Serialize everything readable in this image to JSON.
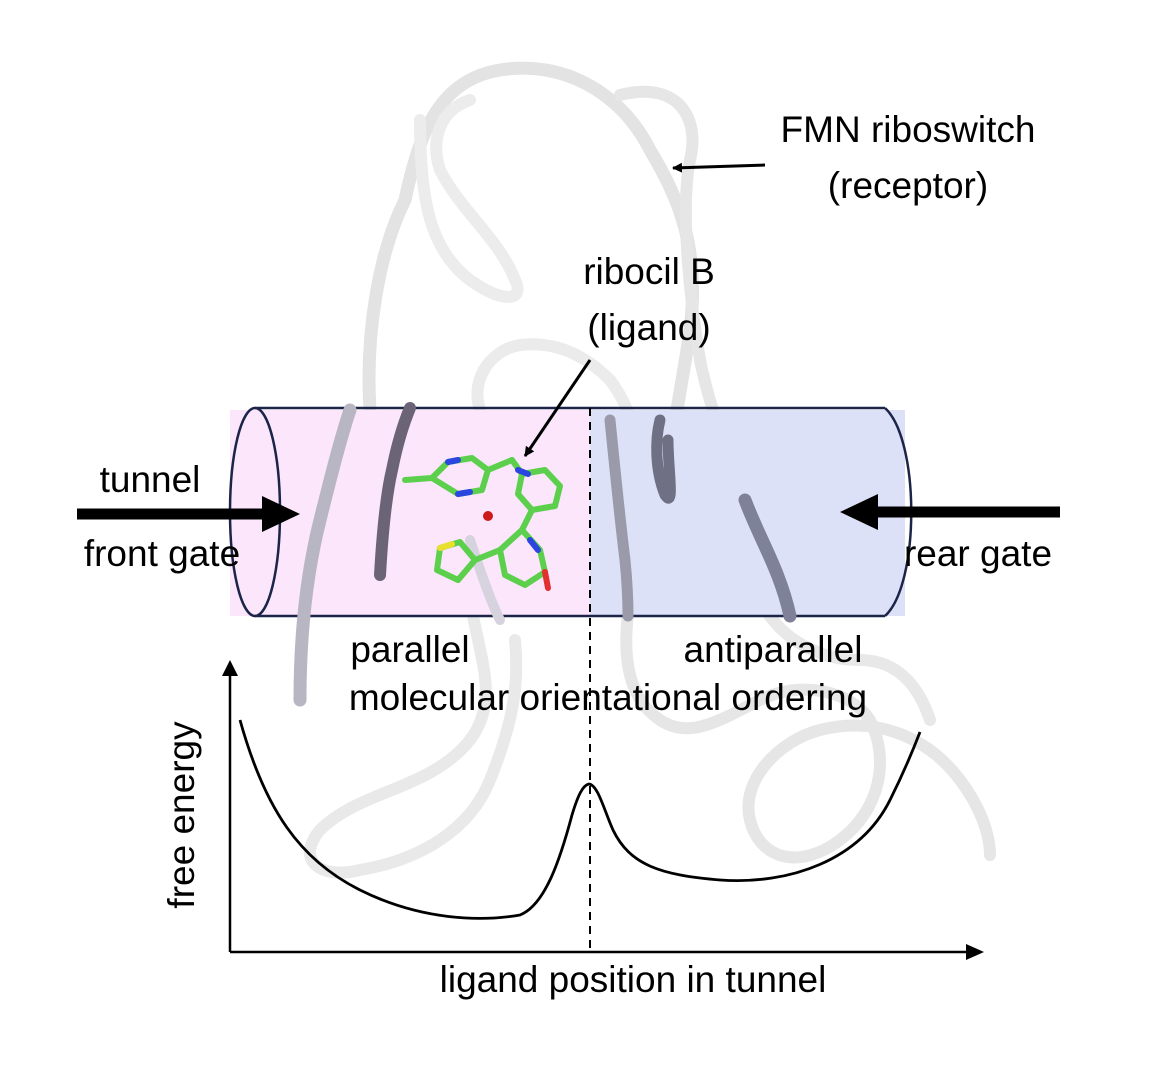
{
  "labels": {
    "receptor_line1": "FMN riboswitch",
    "receptor_line2": "(receptor)",
    "ligand_line1": "ribocil B",
    "ligand_line2": "(ligand)",
    "tunnel": "tunnel",
    "front_gate": "front gate",
    "rear_gate": "rear gate",
    "parallel": "parallel",
    "antiparallel": "antiparallel",
    "ordering": "molecular orientational ordering",
    "y_axis": "free energy",
    "x_axis": "ligand position in tunnel"
  },
  "colors": {
    "tunnel_front_fill": "#fbe6fb",
    "tunnel_rear_fill": "#dde1f8",
    "tunnel_outline": "#1c2448",
    "ribbon_light": "#eeeeee",
    "ribbon_dark": "#5c5f72",
    "ligand_carbon": "#5cd04c",
    "ligand_nitrogen": "#2a45e0",
    "ligand_sulfur": "#e8df2e",
    "ligand_oxygen": "#e03030",
    "water": "#cc1a1a"
  },
  "chart_data": {
    "type": "line",
    "xlabel": "ligand position in tunnel",
    "ylabel": "free energy",
    "note": "qualitative free-energy profile along the tunnel; no ticks printed"
  }
}
